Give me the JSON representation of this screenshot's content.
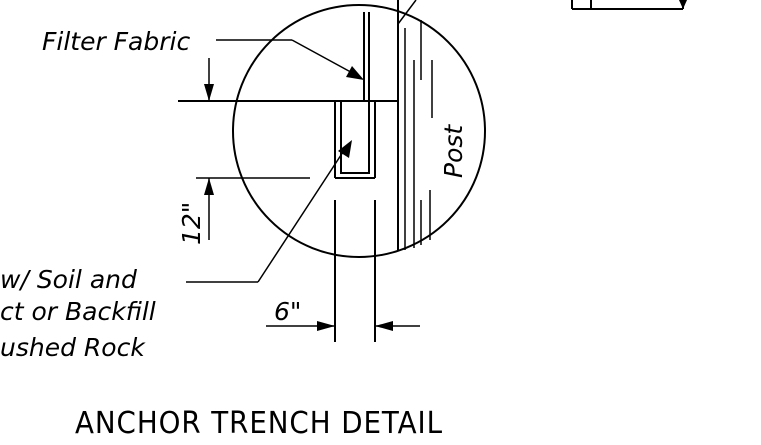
{
  "drawing": {
    "title": "ANCHOR TRENCH DETAIL",
    "labels": {
      "filter_fabric": "Filter Fabric",
      "post": "Post",
      "depth_dim": "12\"",
      "width_dim": "6\"",
      "backfill_line1": "w/ Soil and",
      "backfill_line2": "ct or Backfill",
      "backfill_line3": "ushed Rock"
    }
  }
}
